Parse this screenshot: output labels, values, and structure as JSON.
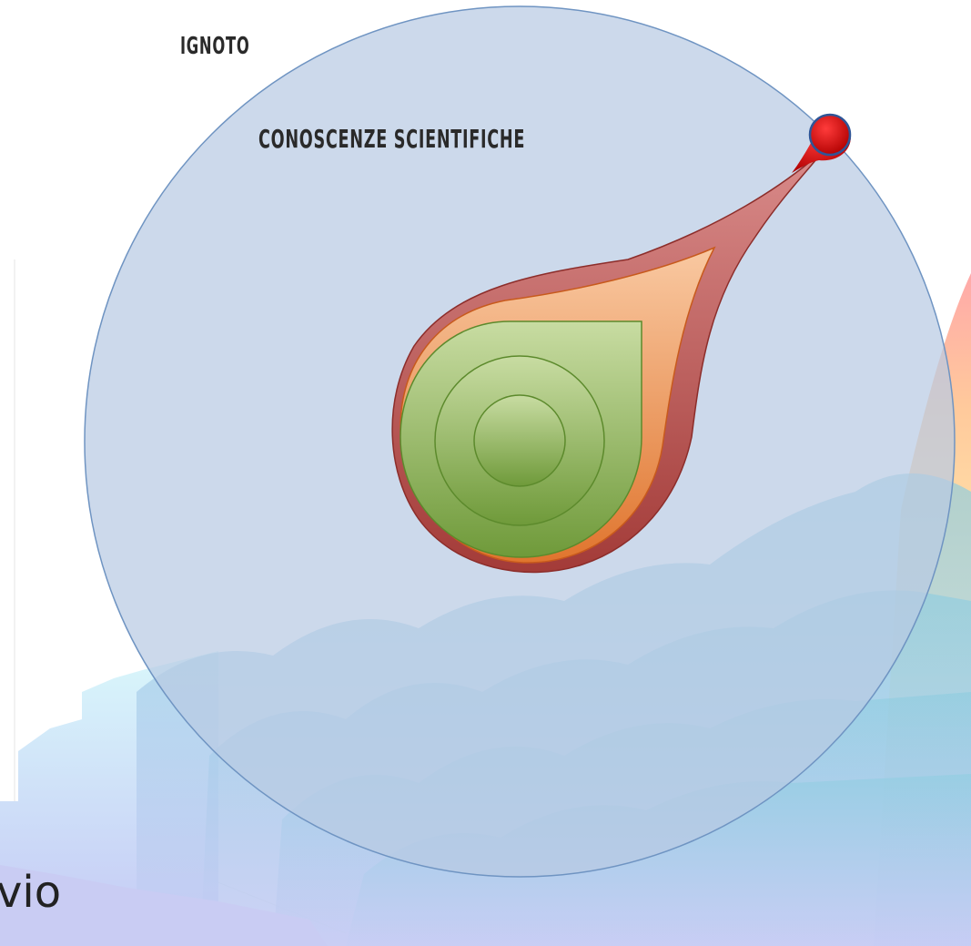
{
  "labels": {
    "outer": "IGNOTO",
    "inner": "CONOSCENZE SCIENTIFICHE",
    "fragment": "vio"
  },
  "colors": {
    "circle_fill": "#b9cbe3",
    "circle_stroke": "#6f94c2",
    "drop_red": "#c0504d",
    "drop_orange": "#f4a261",
    "drop_green": "#8fb35a",
    "tip_red": "#d40000",
    "tip_outline": "#2f5597",
    "background_mountains": "#9fd8e8"
  }
}
